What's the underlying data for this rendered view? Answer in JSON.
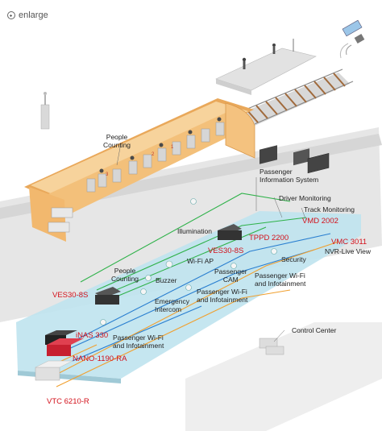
{
  "toolbar": {
    "enlarge_label": "enlarge"
  },
  "labels": {
    "people_counting_top": "People\nCounting",
    "passenger_info_system": "Passenger\nInformation System",
    "driver_monitoring": "Driver Monitoring",
    "track_monitoring": "Track Monitoring",
    "illumination": "Illumination",
    "ves30_8s_top": "VES30-8S",
    "tppd_2200": "TPPD 2200",
    "vmd_2002": "VMD 2002",
    "vmc_3011": "VMC 3011",
    "nvr_live_view": "NVR-Live View",
    "wifi_ap": "Wi-Fi AP",
    "security": "Security",
    "people_counting_bottom": "People\nCounting",
    "buzzer": "Buzzer",
    "passenger_cam": "Passenger\nCAM",
    "passenger_wifi_right": "Passenger Wi-Fi\nand Infotainment",
    "passenger_wifi_center": "Passenger Wi-Fi\nand Infotainment",
    "passenger_wifi_left": "Passenger Wi-Fi\nand Infotainment",
    "ves30_8s_left": "VES30-8S",
    "emergency_intercom": "Emergency\nIntercom",
    "inas_330": "iNAS 330",
    "nano_1190_ra": "NANO-1190-RA",
    "vtc_6210_r": "VTC 6210-R",
    "control_center": "Control Center"
  },
  "colors": {
    "accent_red": "#d3101a",
    "link_green": "#2fb24a",
    "link_blue": "#2a7fd0",
    "link_orange": "#f0a030",
    "car_wall": "#f7c98a",
    "car_floor": "#bfe3ee"
  }
}
